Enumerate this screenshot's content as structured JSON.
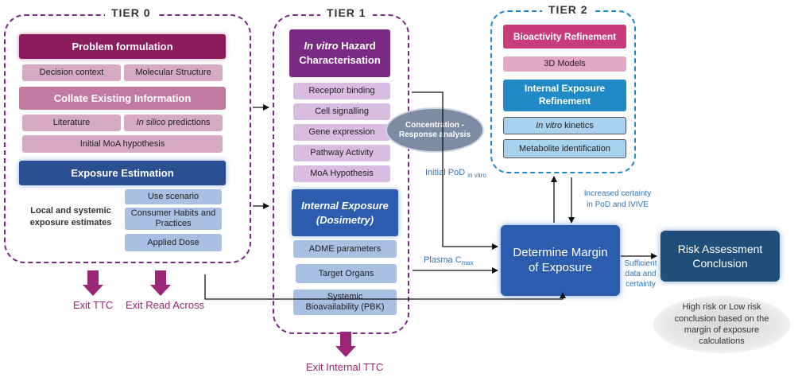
{
  "tier0": {
    "title": "TIER 0",
    "problem_formulation": "Problem formulation",
    "decision_context": "Decision context",
    "molecular_structure": "Molecular Structure",
    "collate_info": "Collate Existing Information",
    "literature": "Literature",
    "in_silico_italic": "In silico",
    "in_silico_rest": " predictions",
    "moa_hypothesis": "Initial MoA hypothesis",
    "exposure_estimation": "Exposure Estimation",
    "local_systemic": "Local and systemic exposure estimates",
    "use_scenario": "Use scenario",
    "consumer_habits": "Consumer Habits and Practices",
    "applied_dose": "Applied Dose"
  },
  "tier1": {
    "title": "TIER 1",
    "hazard_italic": "In vitro",
    "hazard_rest": " Hazard",
    "hazard_line2": "Characterisation",
    "receptor_binding": "Receptor binding",
    "cell_signalling": "Cell signalling",
    "gene_expression": "Gene expression",
    "pathway_activity": "Pathway Activity",
    "moa_hypothesis": "MoA Hypothesis",
    "internal_exposure_line1": "Internal Exposure",
    "internal_exposure_line2": "(Dosimetry)",
    "adme": "ADME parameters",
    "target_organs": "Target Organs",
    "systemic_bio": "Systemic Bioavailability (PBK)"
  },
  "tier2": {
    "title": "TIER 2",
    "bioactivity_refinement": "Bioactivity Refinement",
    "models_3d": "3D Models",
    "internal_exposure_refinement": "Internal Exposure Refinement",
    "in_vitro_italic": "In vitro",
    "kinetics_rest": " kinetics",
    "metabolite_id": "Metabolite identification"
  },
  "concentration_response": "Concentration -Response analysis",
  "initial_pod": "Initial PoD",
  "initial_pod_sub": "in vitro",
  "plasma_c": "Plasma C",
  "plasma_c_sub": "max",
  "increased_certainty": "Increased certainty in PoD and IVIVE",
  "determine_moe": "Determine Margin of Exposure",
  "sufficient_data": "Sufficient data and certainty",
  "risk_conclusion": "Risk Assessment Conclusion",
  "high_low_risk": "High risk or Low risk conclusion based on the margin of exposure calculations",
  "exit_ttc": "Exit TTC",
  "exit_read_across": "Exit Read Across",
  "exit_internal_ttc": "Exit Internal TTC",
  "colors": {
    "purple_dark": "#7a2a82",
    "magenta": "#8c1d5c",
    "pink_light": "#d6a9c4",
    "lilac_light": "#d8bde0",
    "blue_dark": "#2b4f93",
    "blue_light": "#a9bfe3",
    "cyan": "#1f8ac6",
    "cyan_light": "#a9d2ee",
    "hot_pink": "#c83c7c",
    "navy": "#1f4e79",
    "teal_dark": "#1a4a66",
    "exit_color": "#9b2577",
    "label_blue": "#2e75b6"
  }
}
